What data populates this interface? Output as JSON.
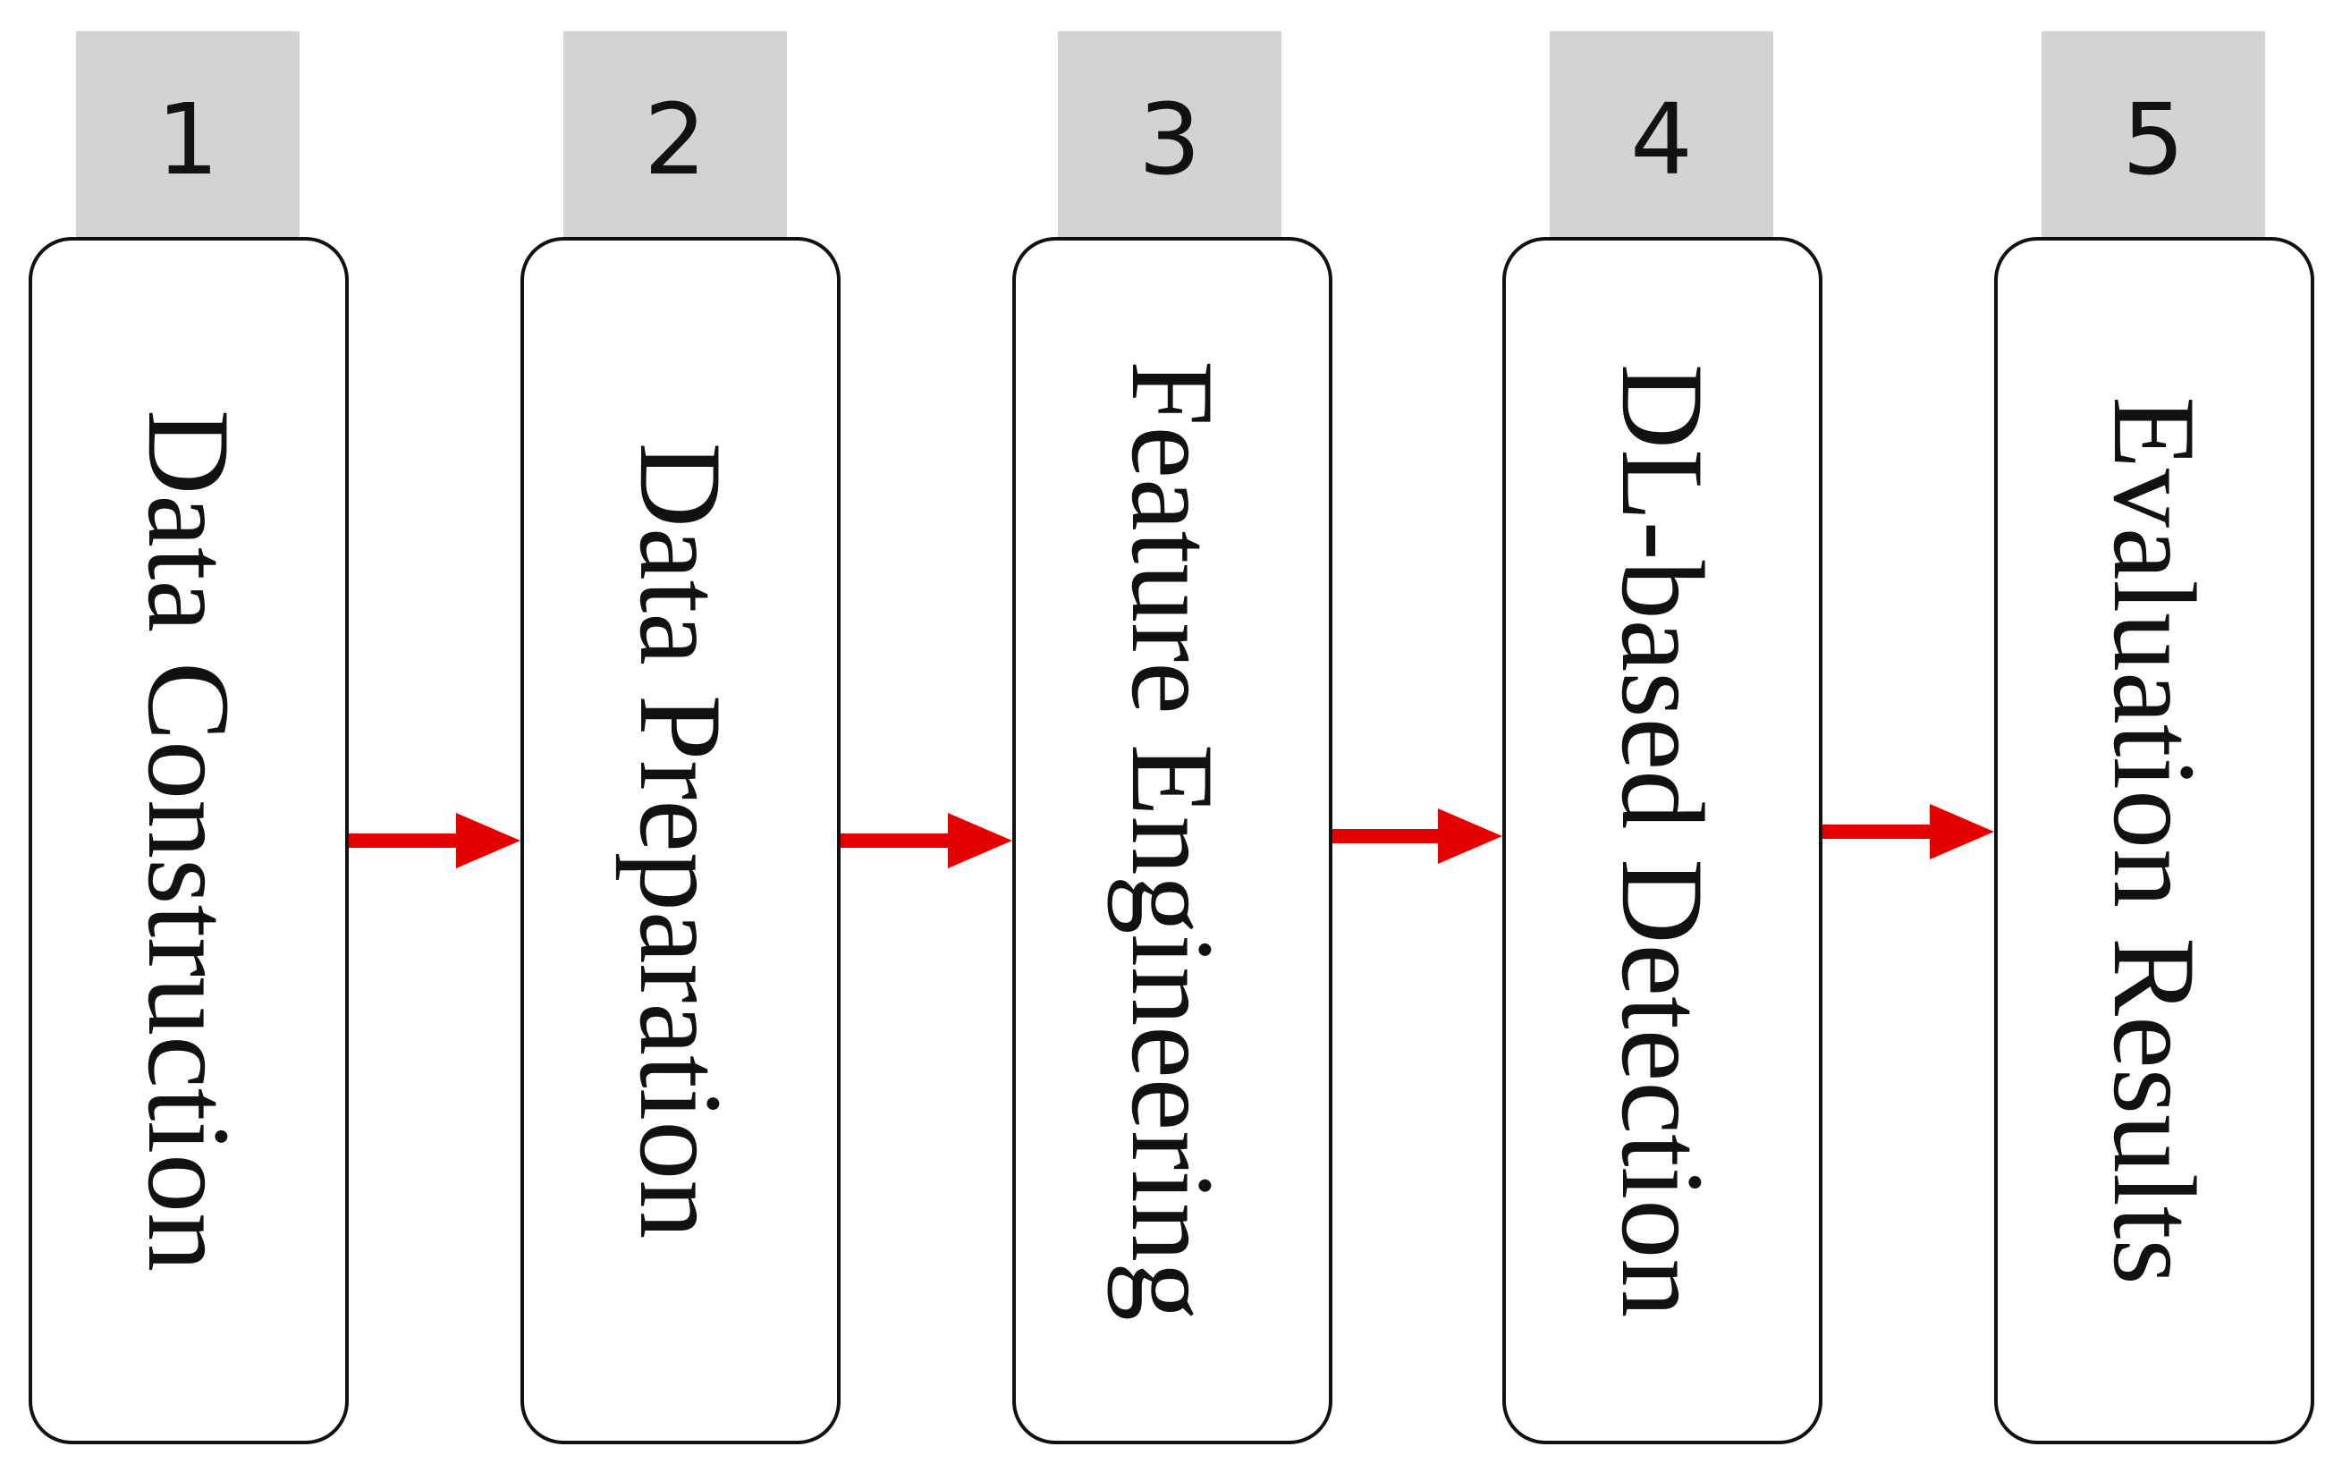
{
  "steps": [
    {
      "number": "1",
      "label": "Data Construction"
    },
    {
      "number": "2",
      "label": "Data Preparation"
    },
    {
      "number": "3",
      "label": "Feature Engineering"
    },
    {
      "number": "4",
      "label": "DL-based Detection"
    },
    {
      "number": "5",
      "label": "Evaluation Results"
    }
  ],
  "colors": {
    "tab_fill": "#d3d3d3",
    "card_border": "#111111",
    "arrow": "#e50000"
  }
}
